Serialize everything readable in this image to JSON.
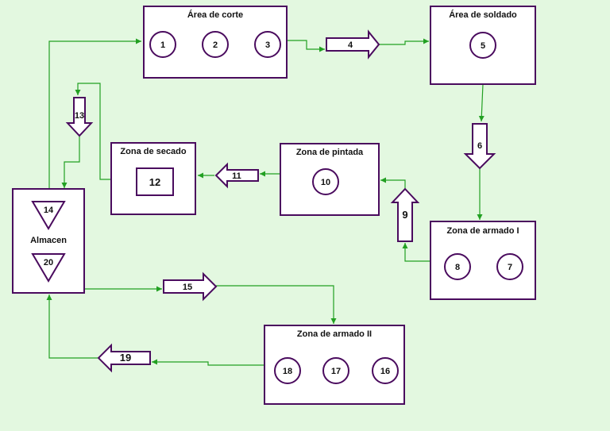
{
  "colors": {
    "background": "#e3f8e0",
    "box_stroke": "#4a0b5e",
    "connector": "#22a022",
    "fill": "#ffffff"
  },
  "areas": {
    "corte": "Área de corte",
    "soldado": "Área de soldado",
    "secado": "Zona de secado",
    "pintada": "Zona de pintada",
    "armado1": "Zona de armado I",
    "armado2": "Zona de armado II",
    "almacen": "Almacen"
  },
  "steps": {
    "s1": "1",
    "s2": "2",
    "s3": "3",
    "s4": "4",
    "s5": "5",
    "s6": "6",
    "s7": "7",
    "s8": "8",
    "s9": "9",
    "s10": "10",
    "s11": "11",
    "s12": "12",
    "s13": "13",
    "s14": "14",
    "s15": "15",
    "s16": "16",
    "s17": "17",
    "s18": "18",
    "s19": "19",
    "s20": "20"
  }
}
